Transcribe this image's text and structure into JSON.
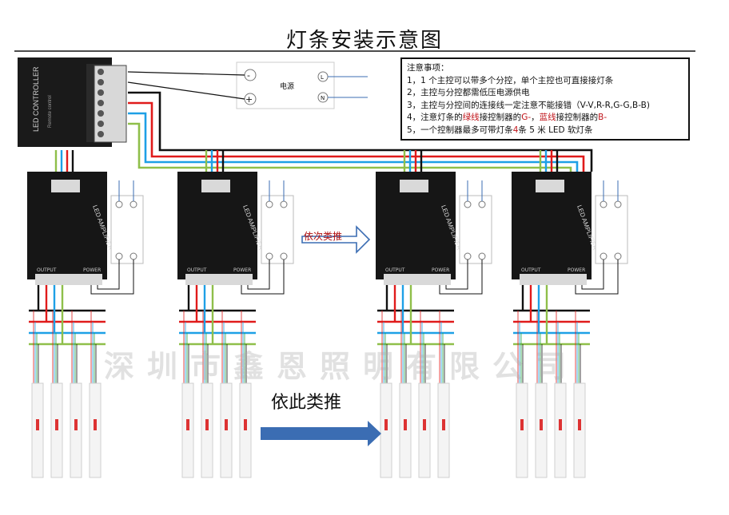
{
  "title": "灯条安装示意图",
  "notes": {
    "heading": "注意事项：",
    "line1": "1，1 个主控可以带多个分控，单个主控也可直接接灯条",
    "line2": "2，主控与分控都需低压电源供电",
    "line3": "3，主控与分控间的连接线一定注意不能接错（V-V,R-R,G-G,B-B)",
    "line4_a": "4，注意灯条的",
    "line4_b": "绿线",
    "line4_c": "接控制器的",
    "line4_d": "G-",
    "line4_e": "，",
    "line4_f": "蓝线",
    "line4_g": "接控制器的",
    "line4_h": "B-",
    "line5_a": "5，一个控制器最多可带灯条",
    "line5_b": "4",
    "line5_c": "条 5 米 LED 软灯条"
  },
  "controller": {
    "label": "LED CONTROLLER",
    "remote": "Remote control"
  },
  "power": {
    "label": "电源",
    "minus": "-",
    "plus": "+",
    "L": "L",
    "N": "N"
  },
  "amplifier": {
    "label": "LED AMPLIFIER",
    "output": "OUTPUT",
    "power_port": "POWER"
  },
  "label_small": "依次类推",
  "label_big": "依此类推",
  "watermark": "深圳市鑫恩照明有限公司",
  "colors": {
    "red": "#e01b1b",
    "blue": "#1ea0e6",
    "green": "#8fbf4a",
    "black": "#111111",
    "arrow": "#3b6db3"
  }
}
